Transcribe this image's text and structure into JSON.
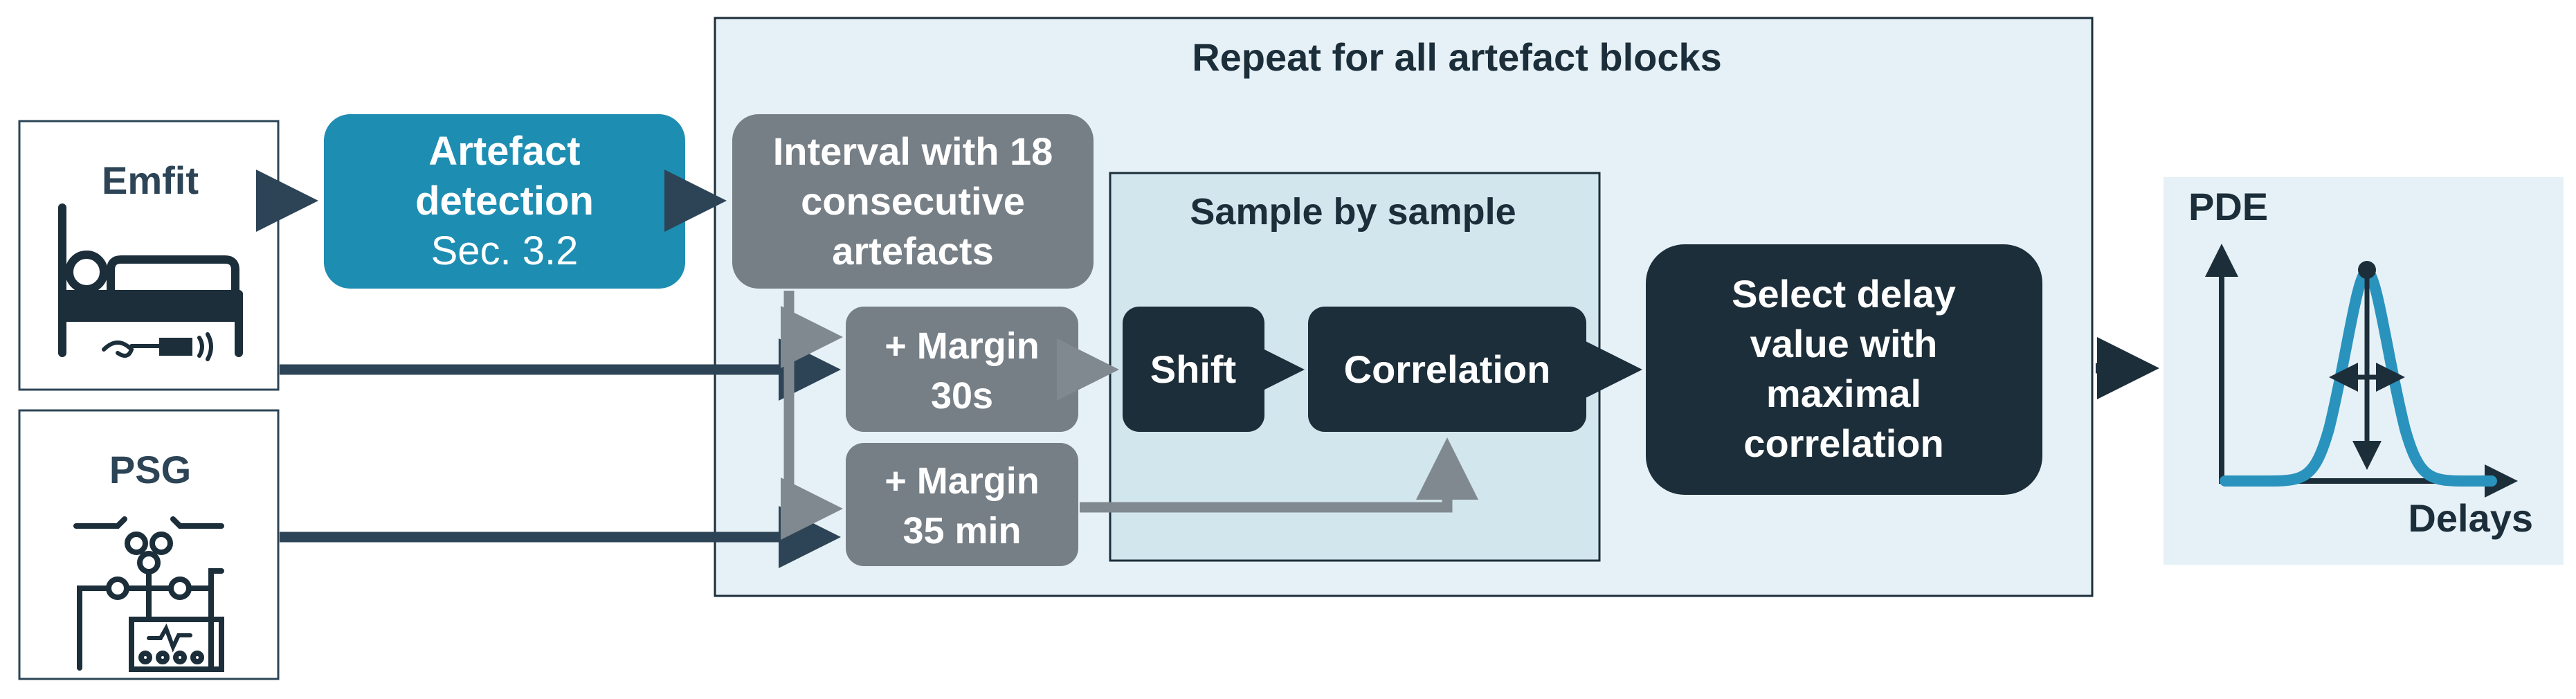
{
  "diagram": {
    "repeat_label": "Repeat for all artefact blocks",
    "emfit_label": "Emfit",
    "psg_label": "PSG",
    "artefact": {
      "line1": "Artefact",
      "line2": "detection",
      "line3": "Sec. 3.2"
    },
    "interval": {
      "line1": "Interval with 18",
      "line2": "consecutive",
      "line3": "artefacts"
    },
    "sample_label": "Sample by sample",
    "margin30": {
      "line1": "+ Margin",
      "line2": "30s"
    },
    "margin35": {
      "line1": "+ Margin",
      "line2": "35 min"
    },
    "shift_label": "Shift",
    "correlation_label": "Correlation",
    "select": {
      "line1": "Select delay",
      "line2": "value with",
      "line3": "maximal",
      "line4": "correlation"
    },
    "plot": {
      "ylabel": "PDE",
      "xlabel": "Delays"
    },
    "colors": {
      "dark_navy": "#1c2e3a",
      "teal": "#1e8db2",
      "gray_box": "#767f86",
      "light_bg": "#e6f1f7",
      "inner_bg": "#d2e6ee",
      "arrow_dark": "#2c4456",
      "arrow_gray": "#818990",
      "curve": "#2a93bd"
    }
  }
}
